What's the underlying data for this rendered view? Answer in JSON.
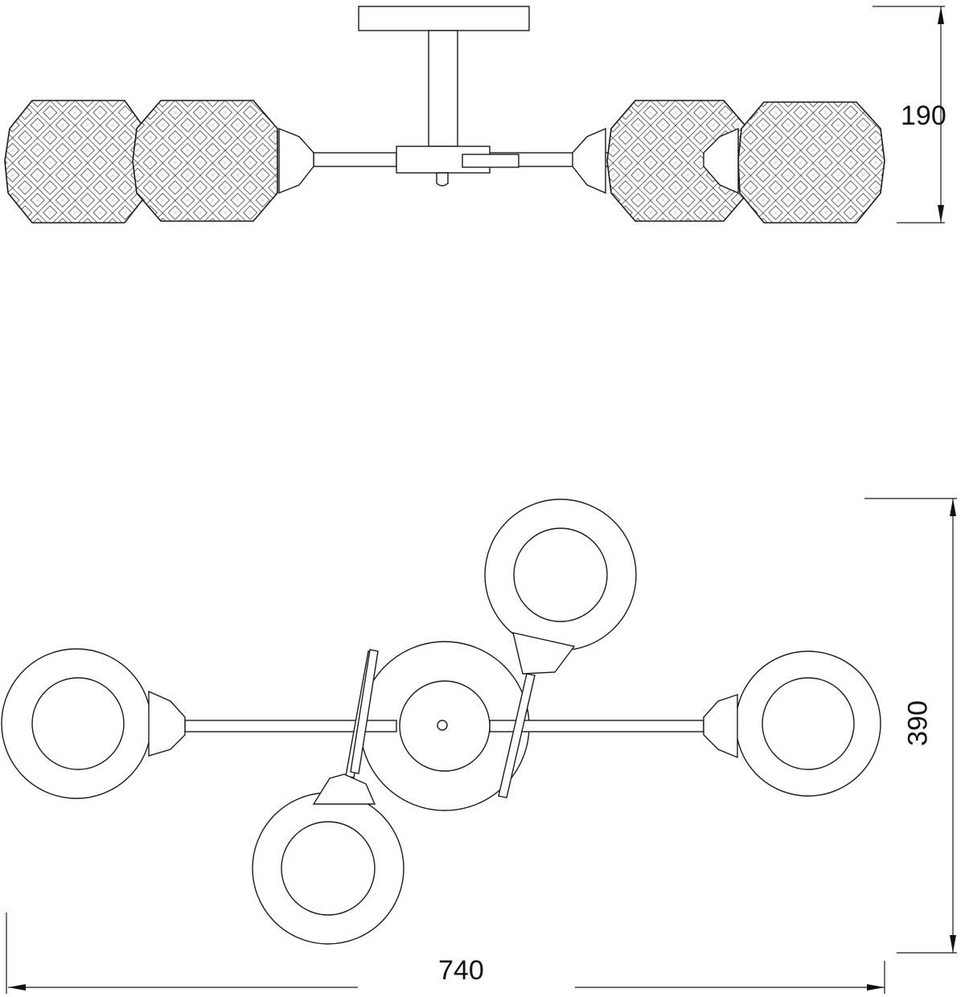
{
  "dimensions": {
    "height": "190",
    "depth": "390",
    "width": "740"
  },
  "colors": {
    "line": "#1a1a1a",
    "background": "#ffffff"
  }
}
